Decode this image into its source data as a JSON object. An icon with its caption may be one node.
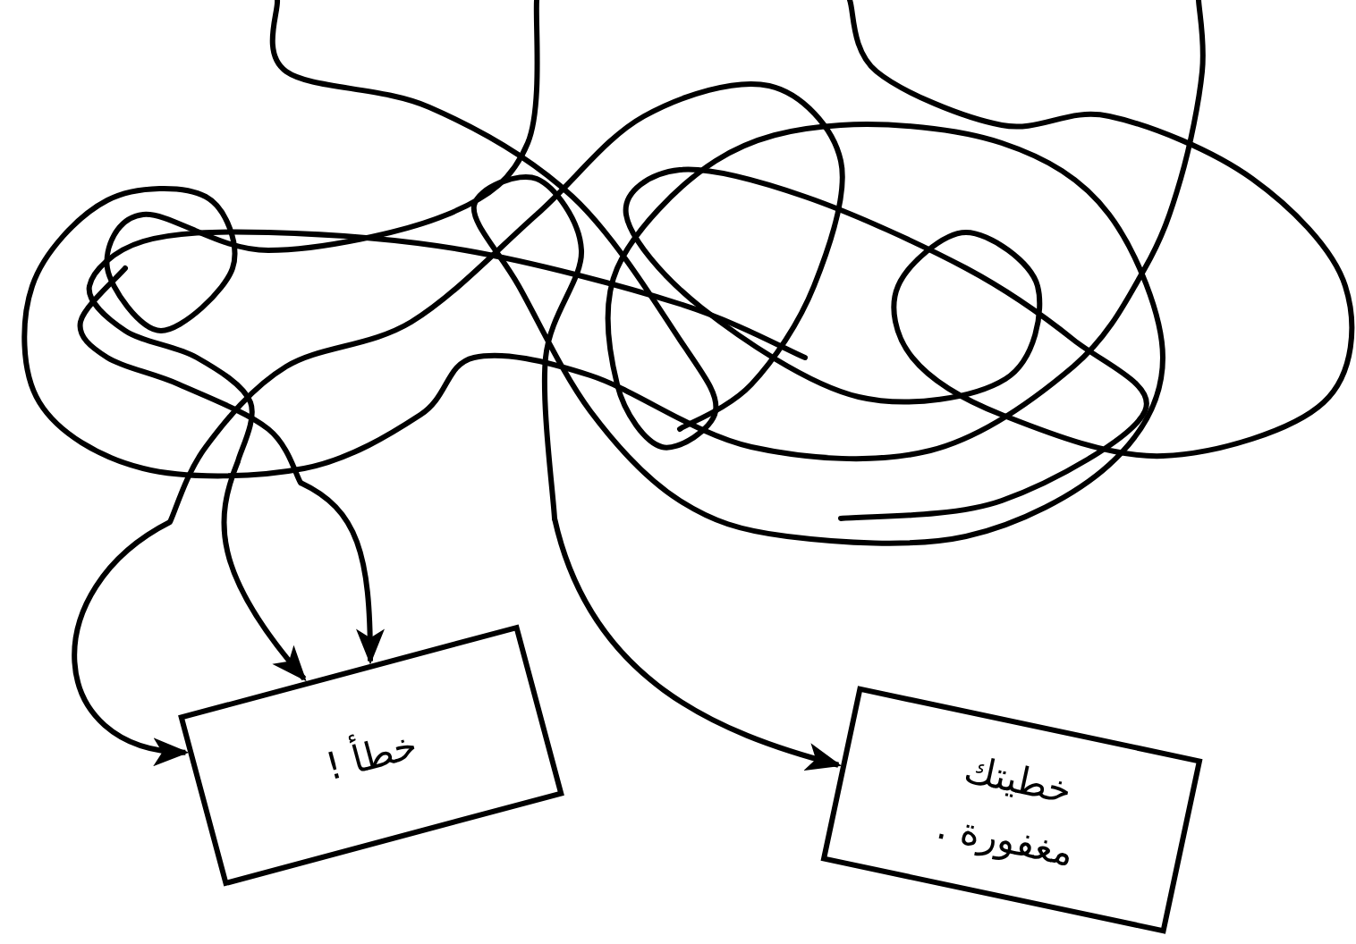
{
  "diagram": {
    "nodes": [
      {
        "text": [
          "خطأ !"
        ]
      },
      {
        "text": [
          "خطيتك مغفورة ."
        ]
      }
    ],
    "edges": [
      {
        "from": null,
        "to": 0,
        "arrow": "to"
      },
      {
        "from": null,
        "to": 0,
        "arrow": "to"
      },
      {
        "from": null,
        "to": 0,
        "arrow": "to"
      },
      {
        "from": null,
        "to": 1,
        "arrow": "to"
      }
    ]
  }
}
